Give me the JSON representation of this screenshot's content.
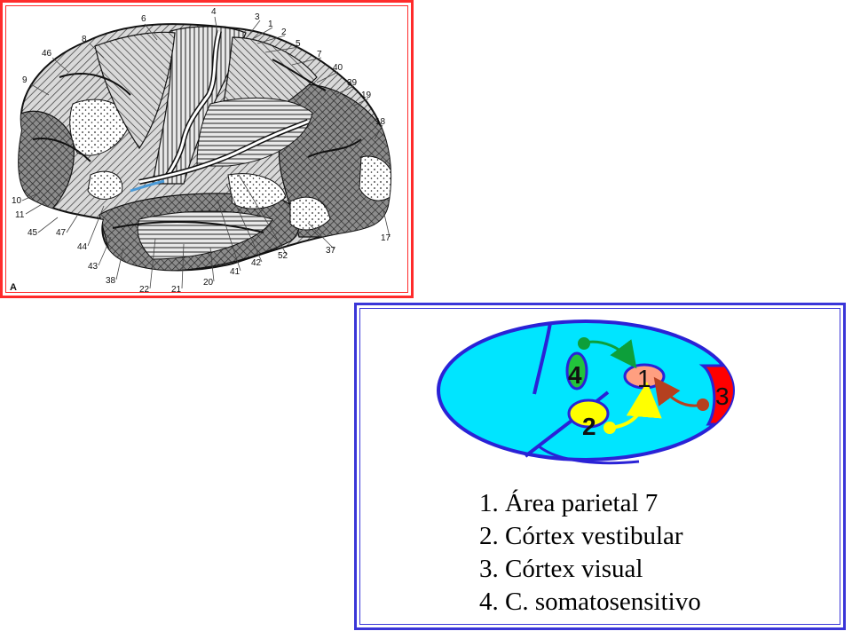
{
  "brain_figure": {
    "panel_label": "A",
    "area_numbers": [
      "6",
      "4",
      "3",
      "1",
      "2",
      "5",
      "7",
      "8",
      "46",
      "40",
      "39",
      "19",
      "9",
      "18",
      "10",
      "11",
      "45",
      "47",
      "44",
      "43",
      "38",
      "22",
      "21",
      "20",
      "41",
      "42",
      "52",
      "37",
      "17"
    ]
  },
  "schematic": {
    "markers": [
      "1",
      "2",
      "3",
      "4"
    ],
    "colors": {
      "background": "#00e5ff",
      "outline": "#2a22d6",
      "area1": "#ff9f80",
      "area2": "#ffff00",
      "area3": "#ff0000",
      "area4": "#22c33c",
      "arrow_green": "#0d9f3a",
      "arrow_yellow": "#ffff00",
      "arrow_brown": "#b5401f"
    }
  },
  "legend": {
    "items": [
      "1. Área parietal 7",
      "2. Córtex vestibular",
      "3. Córtex visual",
      "4. C. somatosensitivo"
    ]
  }
}
